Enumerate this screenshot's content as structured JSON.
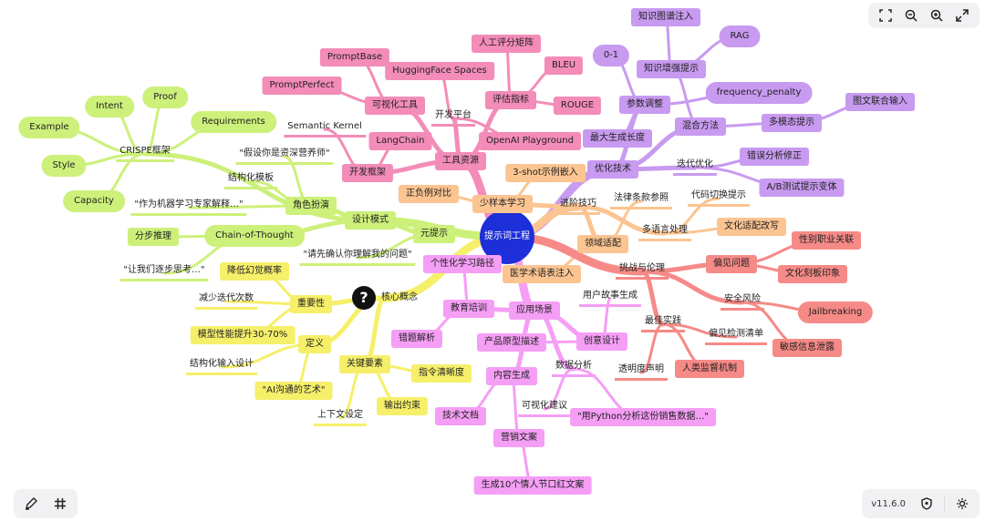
{
  "root": {
    "label": "提示词工程"
  },
  "toolbar": {
    "top": [
      {
        "icon": "fit-view-icon"
      },
      {
        "icon": "zoom-out-icon"
      },
      {
        "icon": "zoom-in-icon"
      },
      {
        "icon": "fullscreen-icon"
      }
    ],
    "bottom_left": [
      {
        "icon": "edit-icon"
      },
      {
        "icon": "grid-icon"
      }
    ],
    "version": "v11.6.0",
    "bottom_right": [
      {
        "icon": "shield-icon"
      },
      {
        "icon": "theme-icon"
      }
    ]
  },
  "colors": {
    "core": "#f6ef6a",
    "tools": "#f38cb8",
    "optimize": "#c89af0",
    "advanced": "#fbc491",
    "ethics": "#f68a87",
    "apps": "#f59ef5",
    "design": "#cdf07a",
    "root": "#1d2fd8"
  },
  "nodes": [
    {
      "id": "core",
      "label": "核心概念",
      "c": "core",
      "s": "core"
    },
    {
      "id": "c_imp",
      "label": "重要性",
      "c": "core"
    },
    {
      "id": "c_imp1",
      "label": "降低幻觉概率",
      "c": "core"
    },
    {
      "id": "c_imp2",
      "label": "减少迭代次数",
      "c": "core",
      "s": "ul"
    },
    {
      "id": "c_imp3",
      "label": "模型性能提升30-70%",
      "c": "core"
    },
    {
      "id": "c_def",
      "label": "定义",
      "c": "core"
    },
    {
      "id": "c_def1",
      "label": "结构化输入设计",
      "c": "core",
      "s": "ul"
    },
    {
      "id": "c_def2",
      "label": "\"AI沟通的艺术\"",
      "c": "core"
    },
    {
      "id": "c_key",
      "label": "关键要素",
      "c": "core"
    },
    {
      "id": "c_key1",
      "label": "指令清晰度",
      "c": "core"
    },
    {
      "id": "c_key2",
      "label": "输出约束",
      "c": "core"
    },
    {
      "id": "c_key3",
      "label": "上下文设定",
      "c": "core",
      "s": "ul"
    },
    {
      "id": "tools",
      "label": "工具资源",
      "c": "tools"
    },
    {
      "id": "t_vis",
      "label": "可视化工具",
      "c": "tools"
    },
    {
      "id": "t_vis1",
      "label": "PromptBase",
      "c": "tools"
    },
    {
      "id": "t_vis2",
      "label": "PromptPerfect",
      "c": "tools"
    },
    {
      "id": "t_fw",
      "label": "开发框架",
      "c": "tools"
    },
    {
      "id": "t_fw1",
      "label": "Semantic Kernel",
      "c": "tools",
      "s": "ul"
    },
    {
      "id": "t_fw2",
      "label": "LangChain",
      "c": "tools"
    },
    {
      "id": "t_plat",
      "label": "开发平台",
      "c": "tools",
      "s": "ul"
    },
    {
      "id": "t_plat1",
      "label": "HuggingFace Spaces",
      "c": "tools"
    },
    {
      "id": "t_plat2",
      "label": "OpenAI Playground",
      "c": "tools"
    },
    {
      "id": "t_eval",
      "label": "评估指标",
      "c": "tools"
    },
    {
      "id": "t_eval1",
      "label": "人工评分矩阵",
      "c": "tools"
    },
    {
      "id": "t_eval2",
      "label": "BLEU",
      "c": "tools"
    },
    {
      "id": "t_eval3",
      "label": "ROUGE",
      "c": "tools"
    },
    {
      "id": "opt",
      "label": "优化技术",
      "c": "optimize"
    },
    {
      "id": "o_param",
      "label": "参数调整",
      "c": "optimize"
    },
    {
      "id": "o_param1",
      "label": "0-1",
      "c": "optimize",
      "s": "pill"
    },
    {
      "id": "o_param2",
      "label": "frequency_penalty",
      "c": "optimize",
      "s": "pill"
    },
    {
      "id": "o_param3",
      "label": "最大生成长度",
      "c": "optimize"
    },
    {
      "id": "o_mix",
      "label": "混合方法",
      "c": "optimize"
    },
    {
      "id": "o_mix1",
      "label": "知识增强提示",
      "c": "optimize"
    },
    {
      "id": "o_mix1a",
      "label": "知识图谱注入",
      "c": "optimize"
    },
    {
      "id": "o_mix1b",
      "label": "RAG",
      "c": "optimize",
      "s": "pill"
    },
    {
      "id": "o_mix2",
      "label": "多模态提示",
      "c": "optimize"
    },
    {
      "id": "o_mix2a",
      "label": "图文联合输入",
      "c": "optimize"
    },
    {
      "id": "o_iter",
      "label": "迭代优化",
      "c": "optimize",
      "s": "ul"
    },
    {
      "id": "o_iter1",
      "label": "错误分析修正",
      "c": "optimize"
    },
    {
      "id": "o_iter2",
      "label": "A/B测试提示变体",
      "c": "optimize"
    },
    {
      "id": "adv",
      "label": "进阶技巧",
      "c": "advanced",
      "s": "ul"
    },
    {
      "id": "a_few",
      "label": "少样本学习",
      "c": "advanced"
    },
    {
      "id": "a_few1",
      "label": "3-shot示例嵌入",
      "c": "advanced"
    },
    {
      "id": "a_few2",
      "label": "正负例对比",
      "c": "advanced"
    },
    {
      "id": "a_dom",
      "label": "领域适配",
      "c": "advanced"
    },
    {
      "id": "a_dom1",
      "label": "法律条款参照",
      "c": "advanced",
      "s": "ul"
    },
    {
      "id": "a_dom2",
      "label": "医学术语表注入",
      "c": "advanced"
    },
    {
      "id": "a_ml",
      "label": "多语言处理",
      "c": "advanced",
      "s": "ul"
    },
    {
      "id": "a_ml1",
      "label": "代码切换提示",
      "c": "advanced",
      "s": "ul"
    },
    {
      "id": "a_ml2",
      "label": "文化适配改写",
      "c": "advanced"
    },
    {
      "id": "eth",
      "label": "挑战与伦理",
      "c": "ethics",
      "s": "ul"
    },
    {
      "id": "e_bias",
      "label": "偏见问题",
      "c": "ethics"
    },
    {
      "id": "e_bias1",
      "label": "性别职业关联",
      "c": "ethics"
    },
    {
      "id": "e_bias2",
      "label": "文化刻板印象",
      "c": "ethics"
    },
    {
      "id": "e_sec",
      "label": "安全风险",
      "c": "ethics",
      "s": "ul"
    },
    {
      "id": "e_sec1",
      "label": "Jailbreaking",
      "c": "ethics",
      "s": "pill"
    },
    {
      "id": "e_sec2",
      "label": "敏感信息泄露",
      "c": "ethics"
    },
    {
      "id": "e_best",
      "label": "最佳实践",
      "c": "ethics",
      "s": "ul"
    },
    {
      "id": "e_best1",
      "label": "偏见检测清单",
      "c": "ethics",
      "s": "ul"
    },
    {
      "id": "e_best2",
      "label": "透明度声明",
      "c": "ethics",
      "s": "ul"
    },
    {
      "id": "e_best3",
      "label": "人类监督机制",
      "c": "ethics"
    },
    {
      "id": "app",
      "label": "应用场景",
      "c": "apps"
    },
    {
      "id": "p_edu",
      "label": "教育培训",
      "c": "apps"
    },
    {
      "id": "p_edu1",
      "label": "个性化学习路径",
      "c": "apps"
    },
    {
      "id": "p_edu2",
      "label": "错题解析",
      "c": "apps"
    },
    {
      "id": "p_cre",
      "label": "创意设计",
      "c": "apps"
    },
    {
      "id": "p_cre1",
      "label": "用户故事生成",
      "c": "apps",
      "s": "ul"
    },
    {
      "id": "p_cre2",
      "label": "产品原型描述",
      "c": "apps"
    },
    {
      "id": "p_data",
      "label": "数据分析",
      "c": "apps",
      "s": "ul"
    },
    {
      "id": "p_data1",
      "label": "可视化建议",
      "c": "apps",
      "s": "ul"
    },
    {
      "id": "p_data2",
      "label": "\"用Python分析这份销售数据…\"",
      "c": "apps"
    },
    {
      "id": "p_con",
      "label": "内容生成",
      "c": "apps"
    },
    {
      "id": "p_con1",
      "label": "技术文档",
      "c": "apps"
    },
    {
      "id": "p_con2",
      "label": "营销文案",
      "c": "apps"
    },
    {
      "id": "p_con3",
      "label": "生成10个情人节口红文案",
      "c": "apps"
    },
    {
      "id": "des",
      "label": "设计模式",
      "c": "design"
    },
    {
      "id": "d_crispe",
      "label": "CRISPE框架",
      "c": "design",
      "s": "ul"
    },
    {
      "id": "d_cr1",
      "label": "Intent",
      "c": "design",
      "s": "pill"
    },
    {
      "id": "d_cr2",
      "label": "Proof",
      "c": "design",
      "s": "pill"
    },
    {
      "id": "d_cr3",
      "label": "Example",
      "c": "design",
      "s": "pill"
    },
    {
      "id": "d_cr4",
      "label": "Requirements",
      "c": "design",
      "s": "pill"
    },
    {
      "id": "d_cr5",
      "label": "Style",
      "c": "design",
      "s": "pill"
    },
    {
      "id": "d_cr6",
      "label": "Capacity",
      "c": "design",
      "s": "pill"
    },
    {
      "id": "d_role",
      "label": "角色扮演",
      "c": "design"
    },
    {
      "id": "d_role1",
      "label": "\"假设你是资深营养师\"",
      "c": "design",
      "s": "ul"
    },
    {
      "id": "d_role2",
      "label": "结构化模板",
      "c": "design",
      "s": "ul"
    },
    {
      "id": "d_role3",
      "label": "\"作为机器学习专家解释…\"",
      "c": "design",
      "s": "ul"
    },
    {
      "id": "d_cot",
      "label": "Chain-of-Thought",
      "c": "design",
      "s": "pill"
    },
    {
      "id": "d_cot1",
      "label": "分步推理",
      "c": "design"
    },
    {
      "id": "d_cot2",
      "label": "\"让我们逐步思考…\"",
      "c": "design",
      "s": "ul"
    },
    {
      "id": "d_meta",
      "label": "元提示",
      "c": "design"
    },
    {
      "id": "d_meta1",
      "label": "\"请先确认你理解我的问题\"",
      "c": "design",
      "s": "ul"
    }
  ],
  "edges": [
    [
      "root",
      "core"
    ],
    [
      "core",
      "c_imp"
    ],
    [
      "c_imp",
      "c_imp1"
    ],
    [
      "c_imp",
      "c_imp2"
    ],
    [
      "c_imp",
      "c_imp3"
    ],
    [
      "core",
      "c_def"
    ],
    [
      "c_def",
      "c_def1"
    ],
    [
      "c_def",
      "c_def2"
    ],
    [
      "core",
      "c_key"
    ],
    [
      "c_key",
      "c_key1"
    ],
    [
      "c_key",
      "c_key2"
    ],
    [
      "c_key",
      "c_key3"
    ],
    [
      "root",
      "tools"
    ],
    [
      "tools",
      "t_vis"
    ],
    [
      "t_vis",
      "t_vis1"
    ],
    [
      "t_vis",
      "t_vis2"
    ],
    [
      "tools",
      "t_fw"
    ],
    [
      "t_fw",
      "t_fw1"
    ],
    [
      "t_fw",
      "t_fw2"
    ],
    [
      "tools",
      "t_plat"
    ],
    [
      "t_plat",
      "t_plat1"
    ],
    [
      "t_plat",
      "t_plat2"
    ],
    [
      "tools",
      "t_eval"
    ],
    [
      "t_eval",
      "t_eval1"
    ],
    [
      "t_eval",
      "t_eval2"
    ],
    [
      "t_eval",
      "t_eval3"
    ],
    [
      "root",
      "opt"
    ],
    [
      "opt",
      "o_param"
    ],
    [
      "o_param",
      "o_param1"
    ],
    [
      "o_param",
      "o_param2"
    ],
    [
      "o_param",
      "o_param3"
    ],
    [
      "opt",
      "o_mix"
    ],
    [
      "o_mix",
      "o_mix1"
    ],
    [
      "o_mix1",
      "o_mix1a"
    ],
    [
      "o_mix1",
      "o_mix1b"
    ],
    [
      "o_mix",
      "o_mix2"
    ],
    [
      "o_mix2",
      "o_mix2a"
    ],
    [
      "opt",
      "o_iter"
    ],
    [
      "o_iter",
      "o_iter1"
    ],
    [
      "o_iter",
      "o_iter2"
    ],
    [
      "root",
      "adv"
    ],
    [
      "adv",
      "a_few"
    ],
    [
      "a_few",
      "a_few1"
    ],
    [
      "a_few",
      "a_few2"
    ],
    [
      "adv",
      "a_dom"
    ],
    [
      "a_dom",
      "a_dom1"
    ],
    [
      "a_dom",
      "a_dom2"
    ],
    [
      "adv",
      "a_ml"
    ],
    [
      "a_ml",
      "a_ml1"
    ],
    [
      "a_ml",
      "a_ml2"
    ],
    [
      "root",
      "eth"
    ],
    [
      "eth",
      "e_bias"
    ],
    [
      "e_bias",
      "e_bias1"
    ],
    [
      "e_bias",
      "e_bias2"
    ],
    [
      "eth",
      "e_sec"
    ],
    [
      "e_sec",
      "e_sec1"
    ],
    [
      "e_sec",
      "e_sec2"
    ],
    [
      "eth",
      "e_best"
    ],
    [
      "e_best",
      "e_best1"
    ],
    [
      "e_best",
      "e_best2"
    ],
    [
      "e_best",
      "e_best3"
    ],
    [
      "root",
      "app"
    ],
    [
      "app",
      "p_edu"
    ],
    [
      "p_edu",
      "p_edu1"
    ],
    [
      "p_edu",
      "p_edu2"
    ],
    [
      "app",
      "p_cre"
    ],
    [
      "p_cre",
      "p_cre1"
    ],
    [
      "p_cre",
      "p_cre2"
    ],
    [
      "app",
      "p_data"
    ],
    [
      "p_data",
      "p_data1"
    ],
    [
      "p_data",
      "p_data2"
    ],
    [
      "app",
      "p_con"
    ],
    [
      "p_con",
      "p_con1"
    ],
    [
      "p_con",
      "p_con2"
    ],
    [
      "p_con2",
      "p_con3"
    ],
    [
      "root",
      "des"
    ],
    [
      "des",
      "d_crispe"
    ],
    [
      "d_crispe",
      "d_cr1"
    ],
    [
      "d_crispe",
      "d_cr2"
    ],
    [
      "d_crispe",
      "d_cr3"
    ],
    [
      "d_crispe",
      "d_cr4"
    ],
    [
      "d_crispe",
      "d_cr5"
    ],
    [
      "d_crispe",
      "d_cr6"
    ],
    [
      "des",
      "d_role"
    ],
    [
      "d_role",
      "d_role1"
    ],
    [
      "d_role",
      "d_role2"
    ],
    [
      "d_role",
      "d_role3"
    ],
    [
      "des",
      "d_cot"
    ],
    [
      "d_cot",
      "d_cot1"
    ],
    [
      "d_cot",
      "d_cot2"
    ],
    [
      "des",
      "d_meta"
    ],
    [
      "d_meta",
      "d_meta1"
    ]
  ]
}
